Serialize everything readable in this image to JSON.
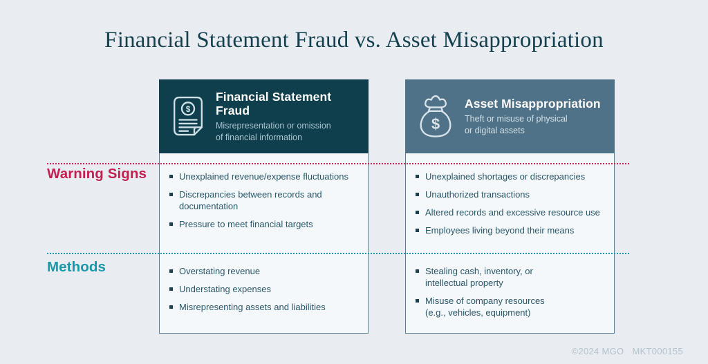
{
  "page": {
    "title": "Financial Statement Fraud vs. Asset Misappropriation",
    "background_color": "#e9edf2",
    "footer": {
      "copyright": "©2024 MGO",
      "code": "MKT000155"
    }
  },
  "rows": {
    "warning": {
      "label": "Warning Signs",
      "color": "#c41f50"
    },
    "methods": {
      "label": "Methods",
      "color": "#1898a8"
    }
  },
  "columns": [
    {
      "id": "financial-statement-fraud",
      "icon": "financial-statement-icon",
      "title": "Financial Statement Fraud",
      "subtitle": "Misrepresentation or omission\nof financial information",
      "header_color": "#0f3e4c",
      "warning_signs": [
        "Unexplained revenue/expense fluctuations",
        "Discrepancies between records and\ndocumentation",
        "Pressure to meet financial targets"
      ],
      "methods": [
        "Overstating revenue",
        "Understating expenses",
        "Misrepresenting assets and liabilities"
      ]
    },
    {
      "id": "asset-misappropriation",
      "icon": "money-bag-icon",
      "title": "Asset Misappropriation",
      "subtitle": "Theft or misuse of physical\nor digital assets",
      "header_color": "#4f7288",
      "warning_signs": [
        "Unexplained shortages or discrepancies",
        "Unauthorized transactions",
        "Altered records and excessive resource use",
        "Employees living beyond their means"
      ],
      "methods": [
        "Stealing cash, inventory, or\nintellectual property",
        "Misuse of company resources\n(e.g., vehicles, equipment)"
      ]
    }
  ]
}
